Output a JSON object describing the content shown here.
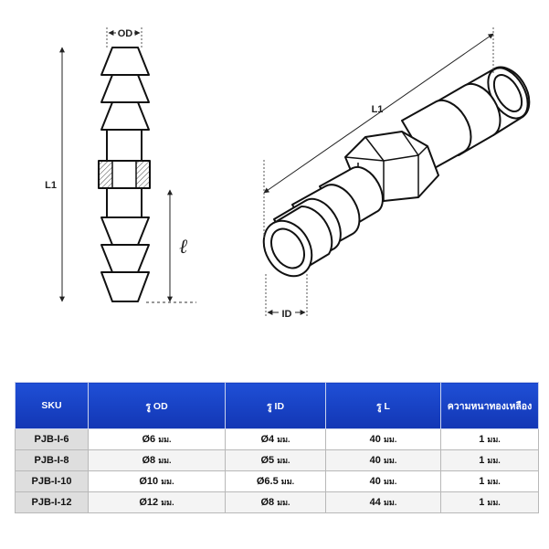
{
  "drawing": {
    "od_label": "OD",
    "id_label": "ID",
    "l1_label_left": "L1",
    "l1_label_right": "L1",
    "l_label": "ℓ"
  },
  "table": {
    "headers": [
      "SKU",
      "รู OD",
      "รู ID",
      "รู L",
      "ความหนาทองเหลือง"
    ],
    "rows": [
      {
        "sku": "PJB-I-6",
        "od": "Ø6",
        "id": "Ø4",
        "l": "40",
        "thickness": "1"
      },
      {
        "sku": "PJB-I-8",
        "od": "Ø8",
        "id": "Ø5",
        "l": "40",
        "thickness": "1"
      },
      {
        "sku": "PJB-I-10",
        "od": "Ø10",
        "id": "Ø6.5",
        "l": "40",
        "thickness": "1"
      },
      {
        "sku": "PJB-I-12",
        "od": "Ø12",
        "id": "Ø8",
        "l": "44",
        "thickness": "1"
      }
    ],
    "units": {
      "od": "มม.",
      "id": "มม.",
      "l": "มม.",
      "thickness": "มม."
    }
  }
}
